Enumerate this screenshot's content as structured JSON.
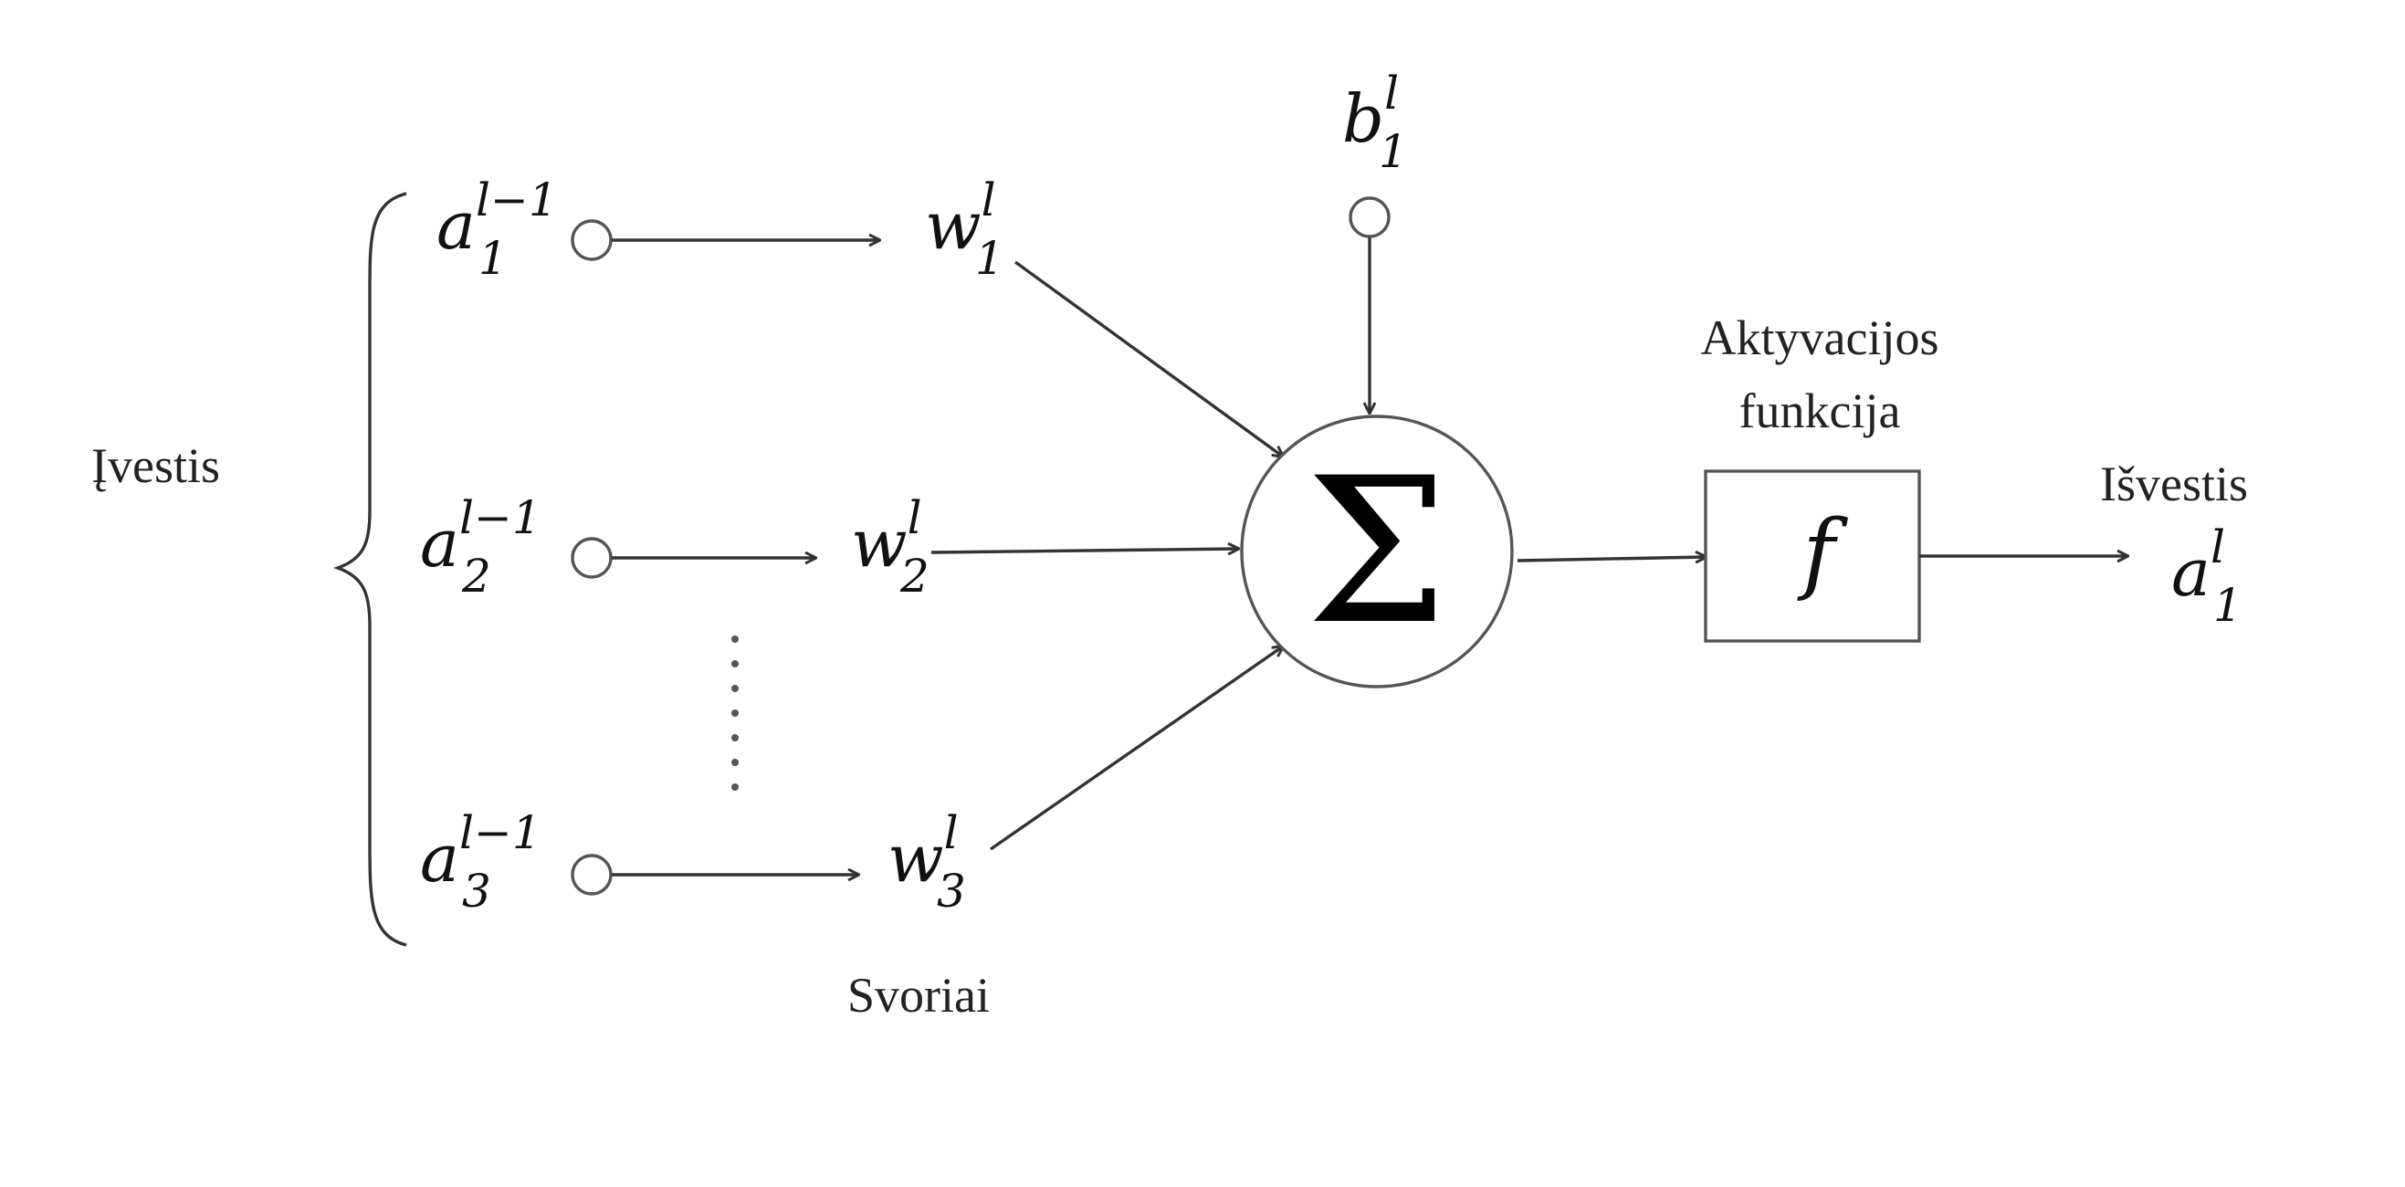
{
  "diagram": {
    "input_label": "Įvestis",
    "weights_label": "Svoriai",
    "activation_label_line1": "Aktyvacijos",
    "activation_label_line2": "funkcija",
    "output_label": "Išvestis",
    "sum_symbol": "Σ",
    "function_symbol": "f",
    "inputs": [
      {
        "base": "a",
        "sub": "1",
        "sup": "l−1"
      },
      {
        "base": "a",
        "sub": "2",
        "sup": "l−1"
      },
      {
        "base": "a",
        "sub": "3",
        "sup": "l−1"
      }
    ],
    "weights": [
      {
        "base": "w",
        "sub": "1",
        "sup": "l"
      },
      {
        "base": "w",
        "sub": "2",
        "sup": "l"
      },
      {
        "base": "w",
        "sub": "3",
        "sup": "l"
      }
    ],
    "bias": {
      "base": "b",
      "sub": "1",
      "sup": "l"
    },
    "output": {
      "base": "a",
      "sub": "1",
      "sup": "l"
    }
  }
}
